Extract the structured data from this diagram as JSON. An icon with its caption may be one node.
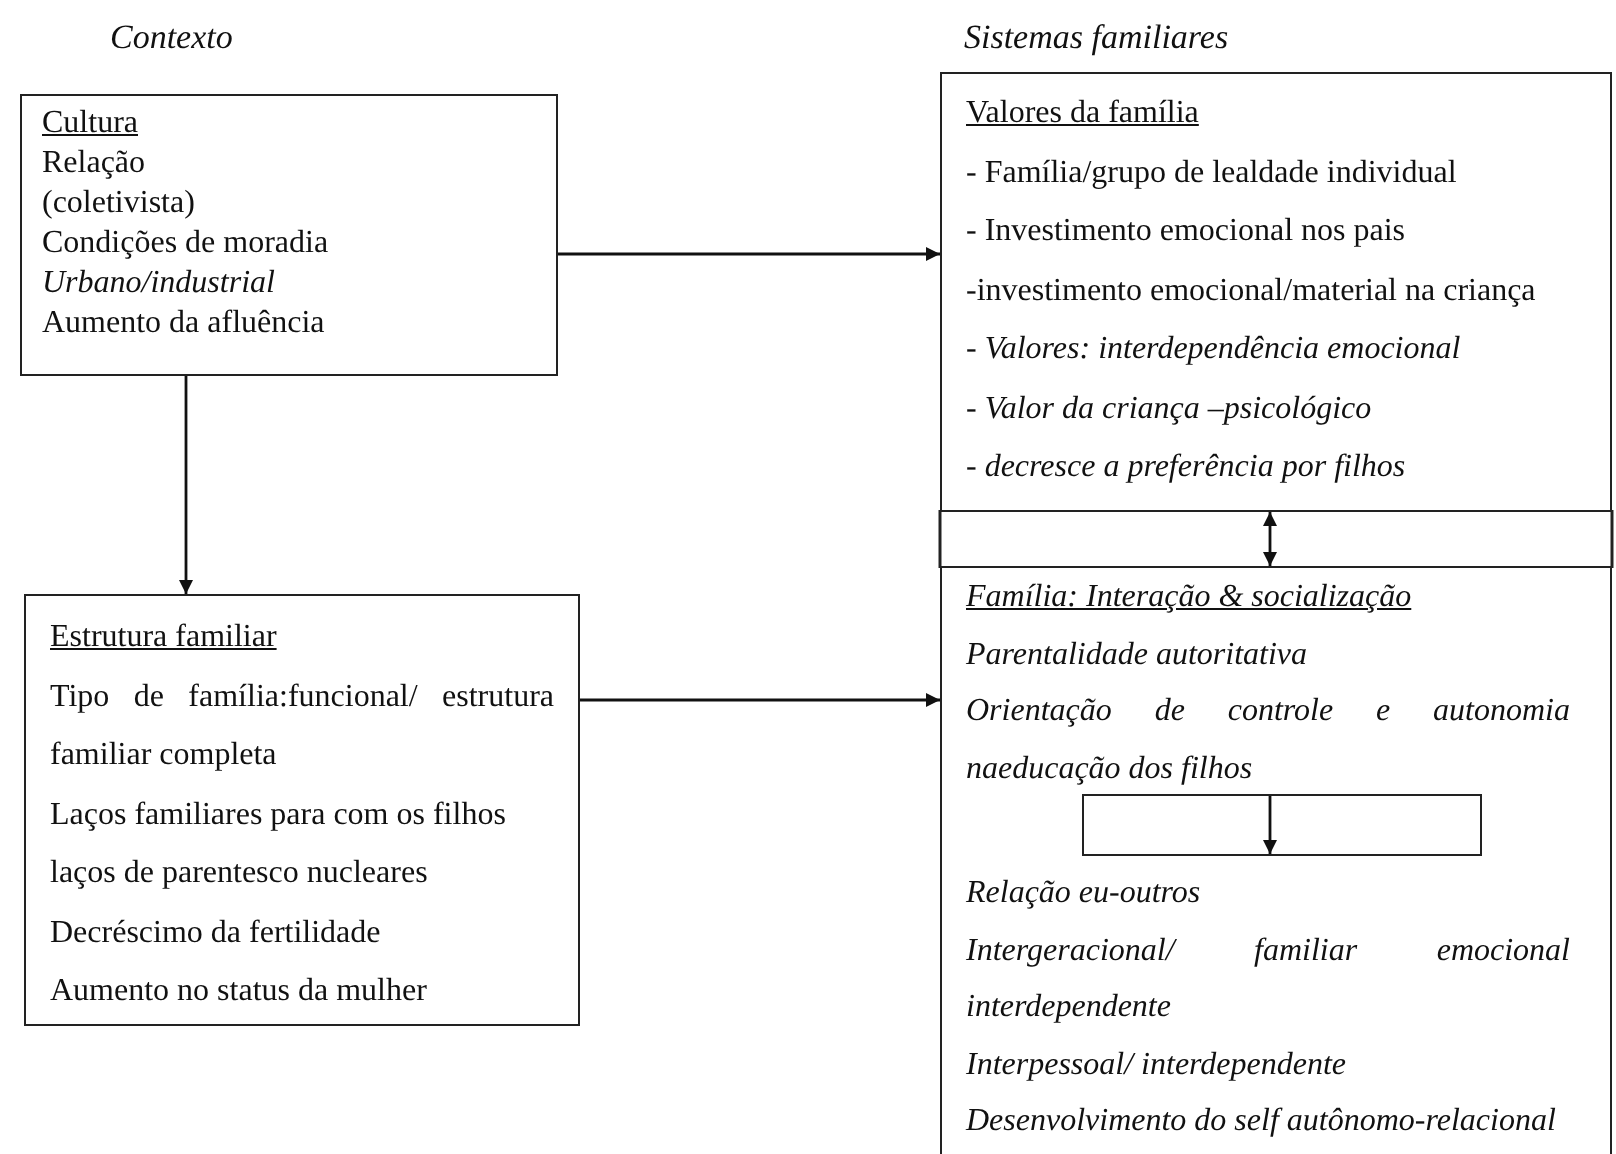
{
  "diagram": {
    "nodes": [
      {
        "text": [
          "Cultura",
          "Relação",
          "(coletivista)",
          "Condições de moradia",
          "*Urbano/industrial*",
          "Aumento da afluência"
        ]
      },
      {
        "text": [
          "Estrutura familiar",
          "Tipo de família:funcional/ estrutura familiar completa",
          "Laços familiares para com os filhos",
          "laços de parentesco nucleares",
          "Decréscimo da fertilidade",
          "Aumento no status da mulher"
        ]
      },
      {
        "text": [
          "Valores da família",
          "- Família/grupo de lealdade individual",
          "- Investimento emocional nos pais",
          "-investimento emocional/material na criança",
          "- *Valores: interdependência emocional*",
          "- *Valor da criança –psicológico*",
          "- *decresce a preferência por filhos*"
        ]
      },
      {
        "text": [
          "Família: Interação & socialização",
          "Parentalidade autoritativa",
          "Orientação de controle e autonomia naeducação dos filhos",
          "Relação eu-outros",
          "Intergeracional/ familiar emocional interdependente",
          "Interpessoal/ interdependente",
          "*Desenvolvimento do self* autônomo-relacional"
        ]
      },
      {
        "text": [],
        "shape": "box",
        "in": 3
      }
    ],
    "edges": [
      {
        "from": 0,
        "to": 1,
        "arrow": "to"
      },
      {
        "from": 0,
        "to": 2,
        "arrow": "to"
      },
      {
        "from": 1,
        "to": 3,
        "arrow": "to"
      },
      {
        "from": 2,
        "to": 3,
        "arrow": "both"
      },
      {
        "from": null,
        "to": 4,
        "arrow": "to"
      }
    ],
    "labels": [
      "Contexto",
      "Sistemas familiares"
    ]
  }
}
